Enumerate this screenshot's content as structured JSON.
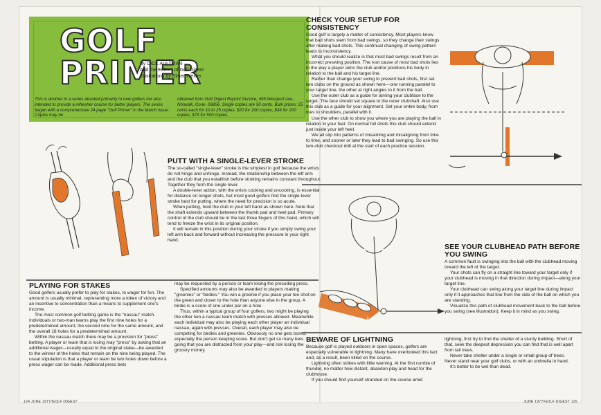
{
  "magazine": {
    "left_folio": "124   JUNE 1977/GOLF DIGEST",
    "right_folio": "JUNE 1977/GOLF DIGEST   125"
  },
  "header": {
    "title": "GOLF PRIMER",
    "byline": [
      "By DICK AULTMAN",
      "And the Editors of Golf Digest",
      "Illustrations by Elmer Wexler"
    ],
    "intro_left": "This is another in a series devoted primarily to new golfers but also intended to provide a refresher course for better players. The series began with a comprehensive 24-page \"Golf Primer\" in the March issue. Copies may be",
    "intro_right": "obtained from Golf Digest Reprint Service, 495 Westport Ave., Norwalk, Conn. 06856. Single copies are 50 cents. Bulk prices: 25 cents each for 10 to 25 copies, $20 for 100 copies, $34 for 200 copies, $75 for 500 copies."
  },
  "putt": {
    "heading": "PUTT WITH A SINGLE-LEVER STROKE",
    "paragraphs": [
      "The so-called \"single-lever\" stroke is the simplest in golf because the wrists do not hinge and unhinge. Instead, the relationship between the left arm and the club that you establish before stroking remains constant throughout. Together they form the single lever.",
      "A double-lever action, with the wrists cocking and uncocking, is essential for distance on longer shots, but most good golfers find the single-lever stroke best for putting, where the need for precision is so acute.",
      "When putting, hold the club in your left hand as shown here. Note that the shaft extends upward between the thumb pad and heel pad. Primary control of the club should be in the last three fingers of this hand, which will tend to freeze the wrist in its original position.",
      "It will remain in this position during your stroke if you simply swing your left arm back and forward without increasing the pressure in your right hand."
    ]
  },
  "stakes": {
    "heading": "PLAYING FOR STAKES",
    "col1": [
      "Good golfers usually prefer to play for stakes, to wager for fun. The amount is usually minimal, representing more a token of victory and an incentive to concentration than a means to supplement one's income.",
      "The most common golf betting game is the \"nassau\" match. Individuals or two-man teams play the first nine holes for a predetermined amount, the second nine for the same amount, and the overall 18 holes for a predetermined amount.",
      "Within the nassau match there may be a provision for \"press\" betting. A player or team that is losing may \"press\" by asking that an additional wager—usually equal to the original stake—be awarded to the winner of the holes that remain on the nine being played. The usual stipulation is that a player or team be two holes down before a press wager can be made. Additional press bets"
    ],
    "col2": [
      "may be requested by a person or team losing the preceding press.",
      "Specified amounts may also be awarded to players making \"greenies\" or \"birdies.\" You win a greenie if you place your tee shot on the green and closer to the hole than anyone else in the group. A birdie is a score of one under par on a hole.",
      "Thus, within a typical group of four golfers, two might be playing the other two a nassau team match with presses allowed. Meanwhile each individual may also be playing each other player an individual nassau, again with presses. Overall, each player may also be competing for birdies and greenies. Obviously no one gets bored, especially the person keeping score. But don't get so many bets going that you are distracted from your play—and risk losing the grocery money."
    ]
  },
  "setup": {
    "heading": "CHECK YOUR SETUP FOR CONSISTENCY",
    "paragraphs": [
      "Good golf is largely a matter of consistency. Most players know that bad shots stem from bad swings, so they change their swings after making bad shots. This continual changing of swing pattern leads to inconsistency.",
      "What you should realize is that most bad swings result from an incorrect preswing position. The root cause of most bad shots lies in the way a player aims the club and/or positions his body in relation to the ball and his target line.",
      "Rather than change your swing to prevent bad shots, first set two clubs on the ground as shown here—one running parallel to your target line, the other at right angles to it from the ball.",
      "Use the outer club as a guide for aiming your clubface to the target. The face should set square to the outer clubshaft. Also use this club as a guide for your alignment. Set your entire body, from toes to shoulders, parallel with it.",
      "Use the other club to show you where you are playing the ball in relation to your feet. On normal full shots this club should extend just inside your left heel.",
      "We all slip into patterns of misaiming and misaligning from time to time, and sooner or later they lead to bad swinging. So use this two-club checkout drill at the start of each practice session."
    ]
  },
  "path": {
    "heading": "SEE YOUR CLUBHEAD PATH BEFORE YOU SWING",
    "paragraphs": [
      "A common fault is swinging into the ball with the clubhead moving toward the left of the target.",
      "Your shots can fly on a straight line toward your target only if your clubhead is moving in that direction during impact—along your target line.",
      "Your clubhead can swing along your target line during impact only if it approaches that line from the side of the ball on which you are standing.",
      "Visualize this path of clubhead movement back to the ball before you swing (see illustration). Keep it in mind as you swing."
    ]
  },
  "lightning": {
    "heading": "BEWARE OF LIGHTNING",
    "col1": [
      "Because golf is played outdoors in open spaces, golfers are especially vulnerable to lightning. Many have overlooked this fact and, as a result, been killed on the course.",
      "Lightning often strikes with little warning. At the first rumble of thunder, no matter how distant, abandon play and head for the clubhouse.",
      "If you should find yourself stranded on the course amid"
    ],
    "col2": [
      "lightning, first try to find the shelter of a sturdy building. Short of that, seek the deepest depression you can find that is well apart from tall trees.",
      "Never take shelter under a single or small group of trees. Never stand near your golf clubs, or with an umbrella in hand.",
      "It's better to be wet than dead."
    ]
  },
  "colors": {
    "title_green": "#86bd3d",
    "accent_orange": "#e2772b",
    "rule_gray": "#6a6a6a"
  }
}
